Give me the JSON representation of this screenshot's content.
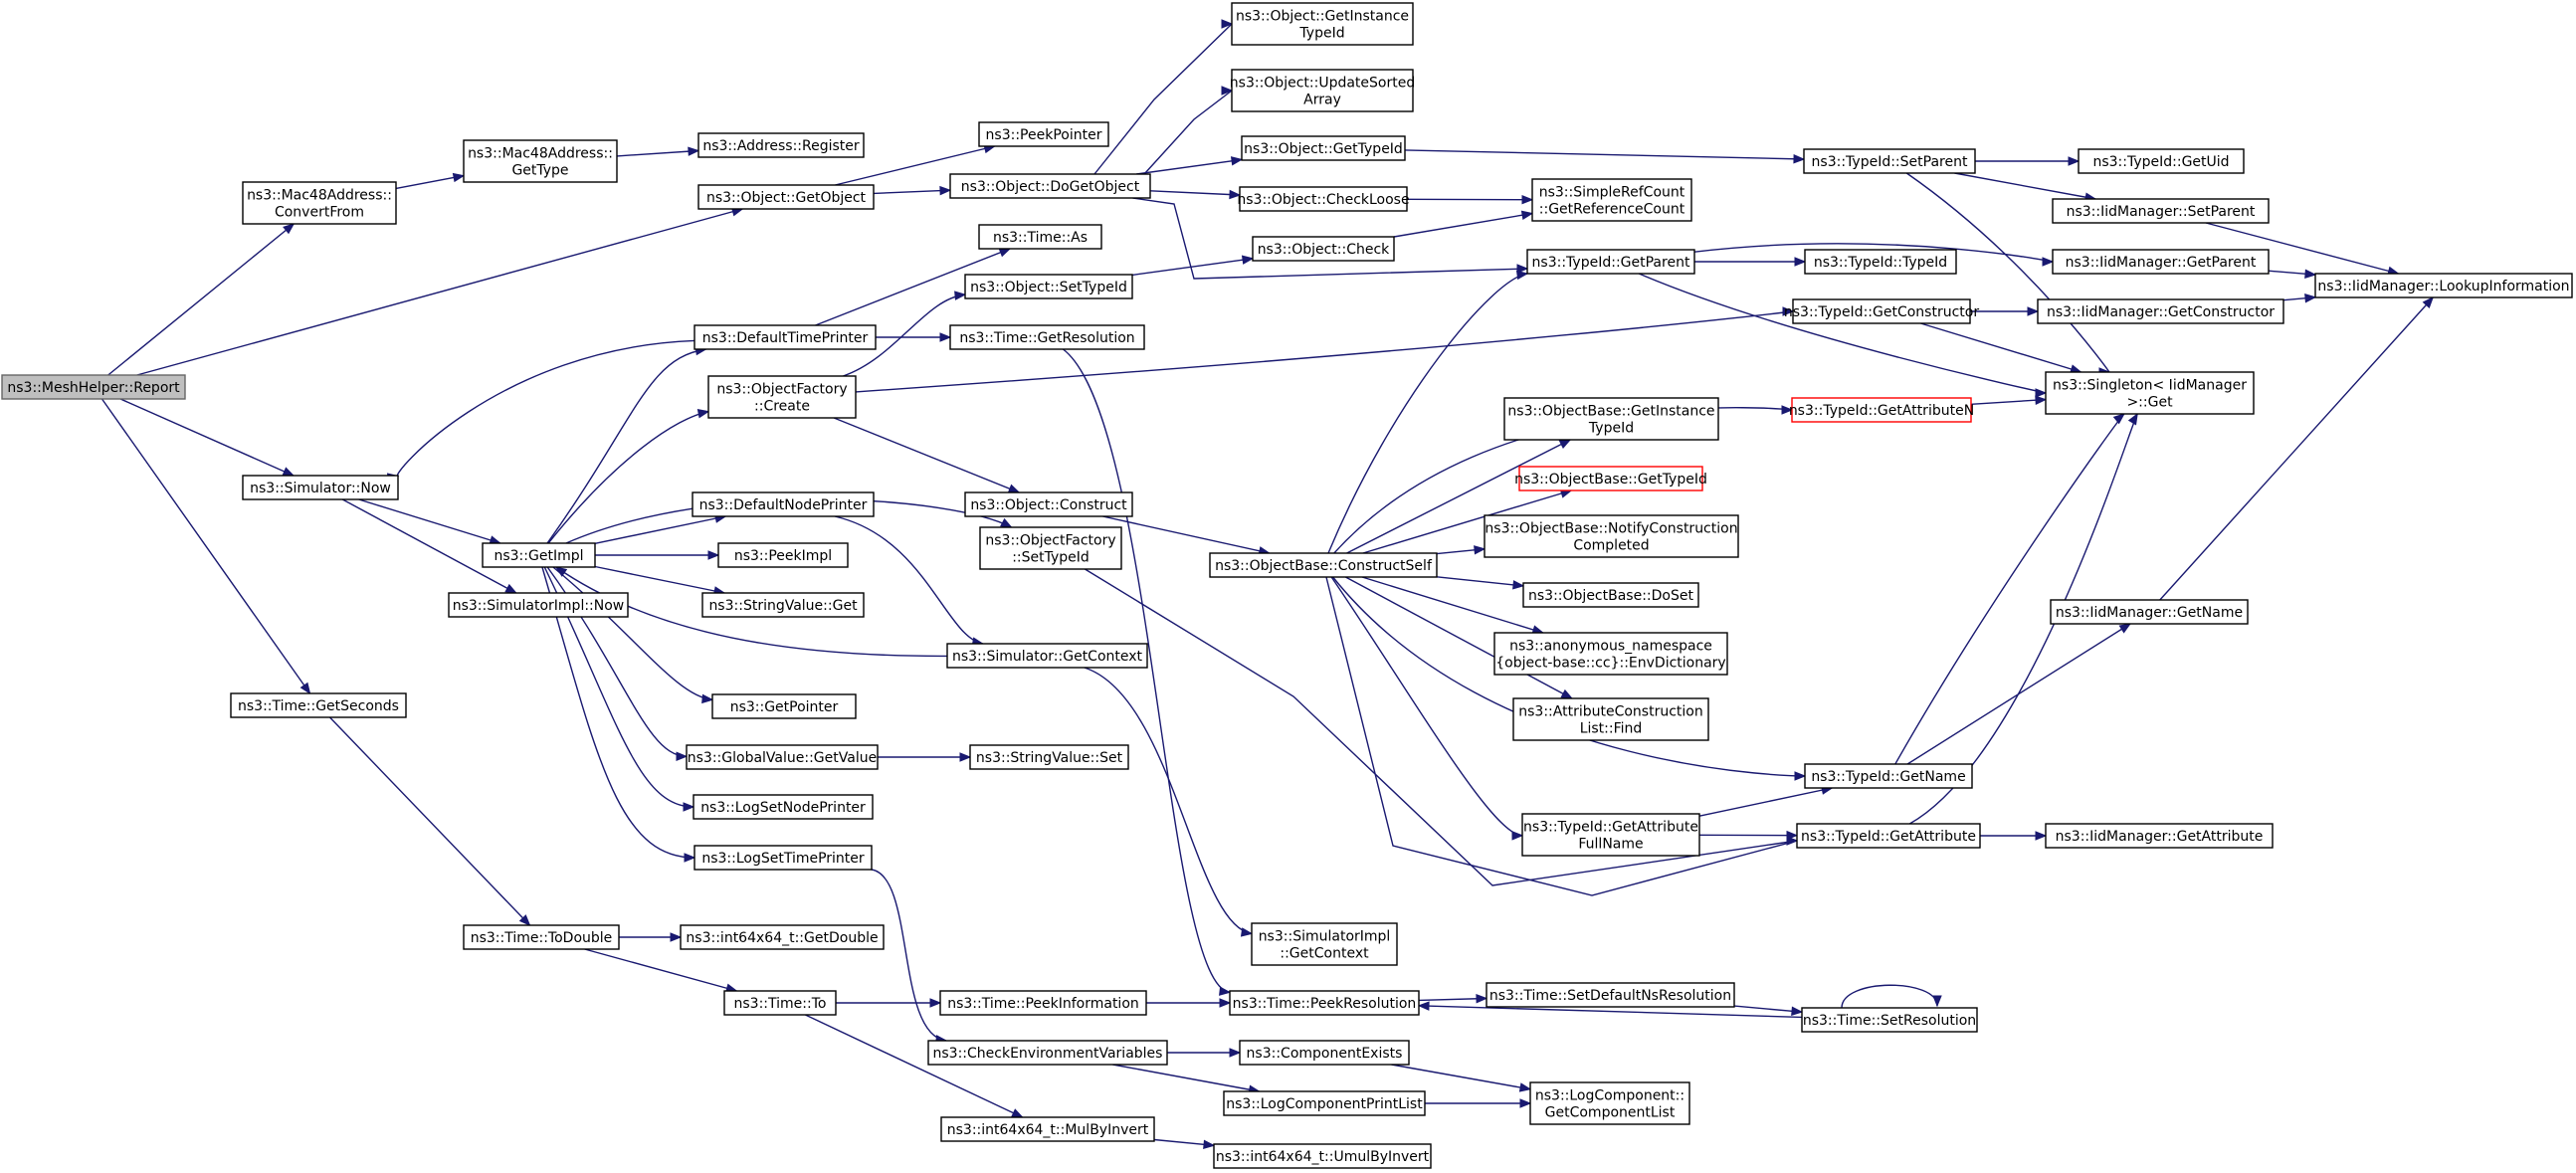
{
  "graph": {
    "colors": {
      "edge": "#191970",
      "node_border": "#000000",
      "root_fill": "#bfbfbf",
      "root_border": "#666666",
      "highlight_border": "#ff0000",
      "background": "#ffffff"
    },
    "nodes": [
      {
        "id": "report",
        "lines": [
          "ns3::MeshHelper::Report"
        ],
        "style": "root"
      },
      {
        "id": "convfrom",
        "lines": [
          "ns3::Mac48Address::",
          "ConvertFrom"
        ]
      },
      {
        "id": "mactype",
        "lines": [
          "ns3::Mac48Address::",
          "GetType"
        ]
      },
      {
        "id": "addrreg",
        "lines": [
          "ns3::Address::Register"
        ]
      },
      {
        "id": "getobject",
        "lines": [
          "ns3::Object::GetObject"
        ]
      },
      {
        "id": "peekptr",
        "lines": [
          "ns3::PeekPointer"
        ]
      },
      {
        "id": "dogetobject",
        "lines": [
          "ns3::Object::DoGetObject"
        ]
      },
      {
        "id": "getinsttid",
        "lines": [
          "ns3::Object::GetInstance",
          "TypeId"
        ]
      },
      {
        "id": "updsorted",
        "lines": [
          "ns3::Object::UpdateSorted",
          "Array"
        ]
      },
      {
        "id": "objgettid",
        "lines": [
          "ns3::Object::GetTypeId"
        ]
      },
      {
        "id": "checkloose",
        "lines": [
          "ns3::Object::CheckLoose"
        ]
      },
      {
        "id": "simpleref",
        "lines": [
          "ns3::SimpleRefCount",
          "::GetReferenceCount"
        ]
      },
      {
        "id": "objcheck",
        "lines": [
          "ns3::Object::Check"
        ]
      },
      {
        "id": "timeas",
        "lines": [
          "ns3::Time::As"
        ]
      },
      {
        "id": "deftimeprinter",
        "lines": [
          "ns3::DefaultTimePrinter"
        ]
      },
      {
        "id": "objsettid",
        "lines": [
          "ns3::Object::SetTypeId"
        ]
      },
      {
        "id": "getres",
        "lines": [
          "ns3::Time::GetResolution"
        ]
      },
      {
        "id": "ofcreate",
        "lines": [
          "ns3::ObjectFactory",
          "::Create"
        ]
      },
      {
        "id": "simnow",
        "lines": [
          "ns3::Simulator::Now"
        ]
      },
      {
        "id": "getimpl",
        "lines": [
          "ns3::GetImpl"
        ]
      },
      {
        "id": "simimplnow",
        "lines": [
          "ns3::SimulatorImpl::Now"
        ]
      },
      {
        "id": "defnodeprinter",
        "lines": [
          "ns3::DefaultNodePrinter"
        ]
      },
      {
        "id": "peekimpl",
        "lines": [
          "ns3::PeekImpl"
        ]
      },
      {
        "id": "strvalget",
        "lines": [
          "ns3::StringValue::Get"
        ]
      },
      {
        "id": "objconstruct",
        "lines": [
          "ns3::Object::Construct"
        ]
      },
      {
        "id": "ofsettid",
        "lines": [
          "ns3::ObjectFactory",
          "::SetTypeId"
        ]
      },
      {
        "id": "simgetctx",
        "lines": [
          "ns3::Simulator::GetContext"
        ]
      },
      {
        "id": "getpointer",
        "lines": [
          "ns3::GetPointer"
        ]
      },
      {
        "id": "gvgetvalue",
        "lines": [
          "ns3::GlobalValue::GetValue"
        ]
      },
      {
        "id": "strvalset",
        "lines": [
          "ns3::StringValue::Set"
        ]
      },
      {
        "id": "logsetnode",
        "lines": [
          "ns3::LogSetNodePrinter"
        ]
      },
      {
        "id": "logsettime",
        "lines": [
          "ns3::LogSetTimePrinter"
        ]
      },
      {
        "id": "timegetsec",
        "lines": [
          "ns3::Time::GetSeconds"
        ]
      },
      {
        "id": "todouble",
        "lines": [
          "ns3::Time::ToDouble"
        ]
      },
      {
        "id": "getdouble",
        "lines": [
          "ns3::int64x64_t::GetDouble"
        ]
      },
      {
        "id": "timeto",
        "lines": [
          "ns3::Time::To"
        ]
      },
      {
        "id": "peekinfo",
        "lines": [
          "ns3::Time::PeekInformation"
        ]
      },
      {
        "id": "checkenv",
        "lines": [
          "ns3::CheckEnvironmentVariables"
        ]
      },
      {
        "id": "mulbyinv",
        "lines": [
          "ns3::int64x64_t::MulByInvert"
        ]
      },
      {
        "id": "umulbyinv",
        "lines": [
          "ns3::int64x64_t::UmulByInvert"
        ]
      },
      {
        "id": "simimplctx",
        "lines": [
          "ns3::SimulatorImpl",
          "::GetContext"
        ]
      },
      {
        "id": "peekres",
        "lines": [
          "ns3::Time::PeekResolution"
        ]
      },
      {
        "id": "compexists",
        "lines": [
          "ns3::ComponentExists"
        ]
      },
      {
        "id": "logcompprint",
        "lines": [
          "ns3::LogComponentPrintList"
        ]
      },
      {
        "id": "constructself",
        "lines": [
          "ns3::ObjectBase::ConstructSelf"
        ]
      },
      {
        "id": "tidgetparent",
        "lines": [
          "ns3::TypeId::GetParent"
        ]
      },
      {
        "id": "obgetinst",
        "lines": [
          "ns3::ObjectBase::GetInstance",
          "TypeId"
        ]
      },
      {
        "id": "obgettid",
        "lines": [
          "ns3::ObjectBase::GetTypeId"
        ],
        "style": "red"
      },
      {
        "id": "obnotify",
        "lines": [
          "ns3::ObjectBase::NotifyConstruction",
          "Completed"
        ]
      },
      {
        "id": "obdoset",
        "lines": [
          "ns3::ObjectBase::DoSet"
        ]
      },
      {
        "id": "envdict",
        "lines": [
          "ns3::anonymous_namespace",
          "{object-base::cc}::EnvDictionary"
        ]
      },
      {
        "id": "attrfind",
        "lines": [
          "ns3::AttributeConstruction",
          "List::Find"
        ]
      },
      {
        "id": "tidgetattrfull",
        "lines": [
          "ns3::TypeId::GetAttribute",
          "FullName"
        ]
      },
      {
        "id": "tidtypeid",
        "lines": [
          "ns3::TypeId::TypeId"
        ]
      },
      {
        "id": "tidgetctor",
        "lines": [
          "ns3::TypeId::GetConstructor"
        ]
      },
      {
        "id": "tidgetattrn",
        "lines": [
          "ns3::TypeId::GetAttributeN"
        ],
        "style": "red"
      },
      {
        "id": "tidgetname",
        "lines": [
          "ns3::TypeId::GetName"
        ]
      },
      {
        "id": "tidgetattr",
        "lines": [
          "ns3::TypeId::GetAttribute"
        ]
      },
      {
        "id": "setdefns",
        "lines": [
          "ns3::Time::SetDefaultNsResolution"
        ]
      },
      {
        "id": "setres",
        "lines": [
          "ns3::Time::SetResolution"
        ]
      },
      {
        "id": "getcomplist",
        "lines": [
          "ns3::LogComponent::",
          "GetComponentList"
        ]
      },
      {
        "id": "tidsetparent",
        "lines": [
          "ns3::TypeId::SetParent"
        ]
      },
      {
        "id": "tidgetuid",
        "lines": [
          "ns3::TypeId::GetUid"
        ]
      },
      {
        "id": "iidsetparent",
        "lines": [
          "ns3::IidManager::SetParent"
        ]
      },
      {
        "id": "iidgetparent",
        "lines": [
          "ns3::IidManager::GetParent"
        ]
      },
      {
        "id": "iidgetctor",
        "lines": [
          "ns3::IidManager::GetConstructor"
        ]
      },
      {
        "id": "singleton",
        "lines": [
          "ns3::Singleton< IidManager",
          " >::Get"
        ]
      },
      {
        "id": "iidgetname",
        "lines": [
          "ns3::IidManager::GetName"
        ]
      },
      {
        "id": "iidgetattr",
        "lines": [
          "ns3::IidManager::GetAttribute"
        ]
      },
      {
        "id": "iidlookup",
        "lines": [
          "ns3::IidManager::LookupInformation"
        ]
      }
    ]
  }
}
